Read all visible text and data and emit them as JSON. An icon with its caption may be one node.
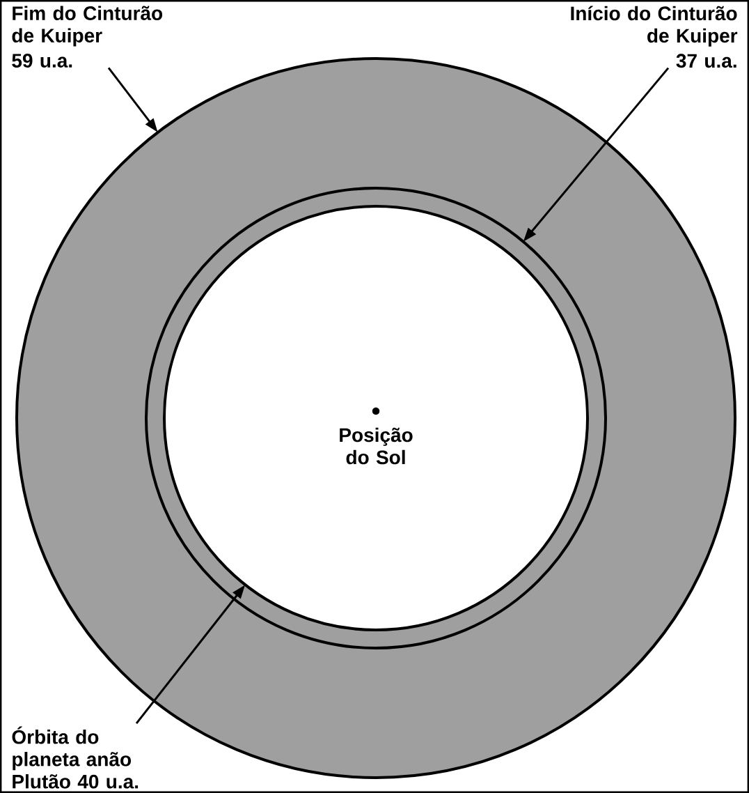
{
  "diagram": {
    "nodes": [
      {
        "text": [
          "Fim do Cinturão de Kuiper",
          "59 u.a."
        ]
      },
      {
        "text": [
          "Início do Cinturão de Kuiper",
          "37 u.a."
        ]
      },
      {
        "text": [
          "Órbita do planeta anão Plutão 40 u.a."
        ]
      },
      {
        "text": [],
        "shape": "circle"
      },
      {
        "text": [],
        "shape": "circle",
        "in": 3
      },
      {
        "text": [],
        "shape": "circle",
        "in": 4
      }
    ],
    "edges": [
      {
        "from": 0,
        "to": 3,
        "arrow": "to"
      },
      {
        "from": 1,
        "to": 4,
        "arrow": "to"
      },
      {
        "from": 2,
        "to": 5,
        "arrow": "to"
      }
    ],
    "labels": [
      "Posição do Sol"
    ]
  }
}
